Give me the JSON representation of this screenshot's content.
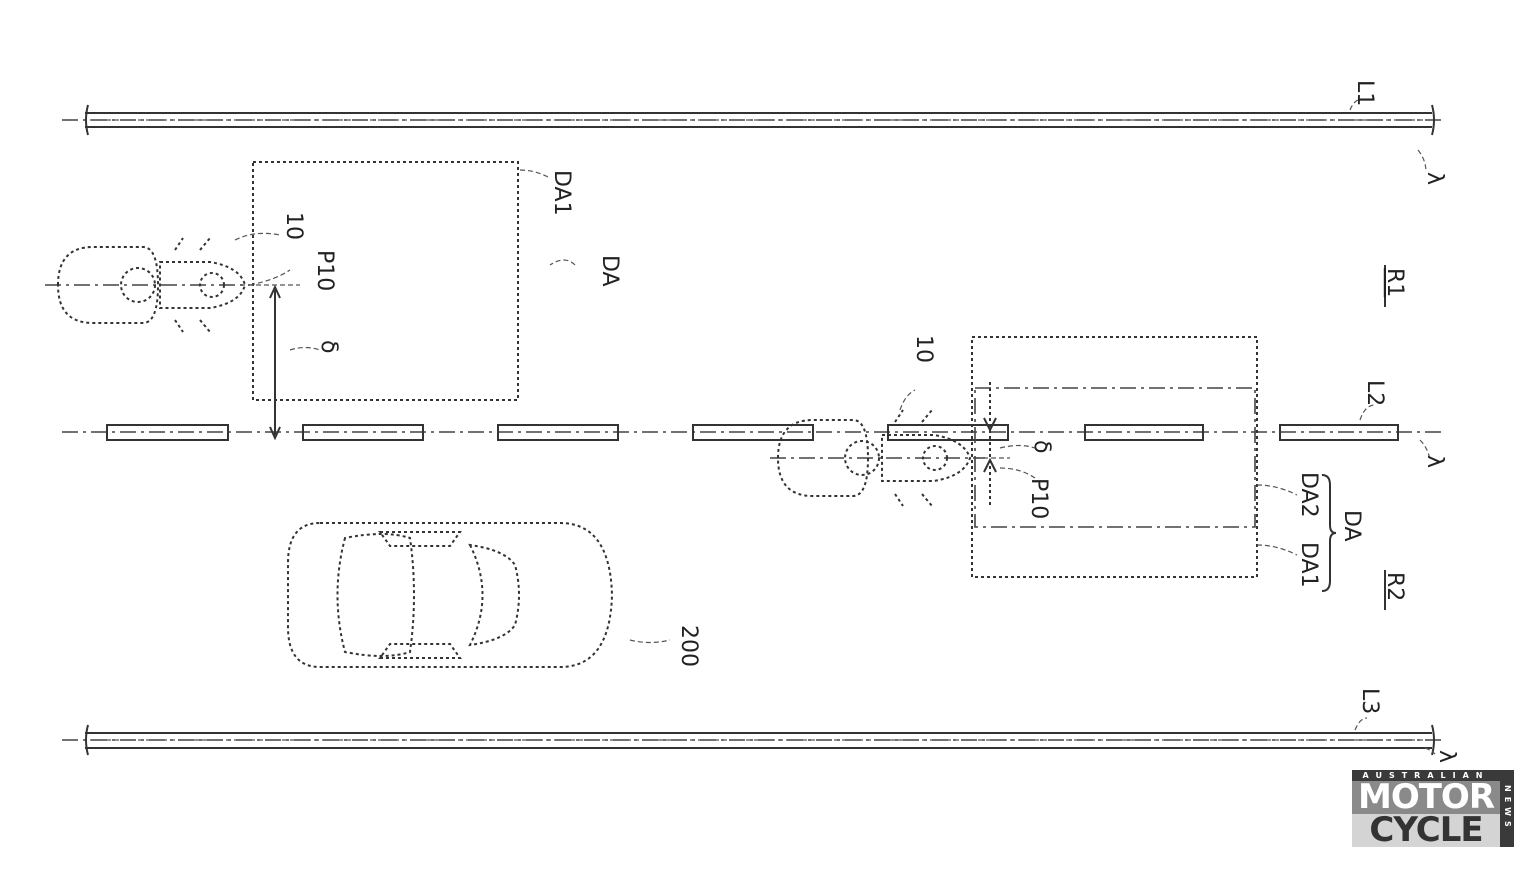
{
  "labels": {
    "lane_line_1": "L1",
    "lane_line_2": "L2",
    "lane_line_3": "L3",
    "lambda_1": "λ",
    "lambda_2": "λ",
    "lambda_3": "λ",
    "lane_1": "R1",
    "lane_2": "R2",
    "top": {
      "vehicle": "10",
      "point": "P10",
      "area": "DA",
      "area_1": "DA1",
      "offset": "δ"
    },
    "bottom": {
      "vehicle": "10",
      "point": "P10",
      "offset": "δ",
      "area": "DA",
      "area_1": "DA1",
      "area_2": "DA2"
    },
    "car": "200"
  },
  "logo": {
    "top": "AUSTRALIAN",
    "line1": "MOTOR",
    "line2": "CYCLE",
    "side": "NEWS"
  }
}
